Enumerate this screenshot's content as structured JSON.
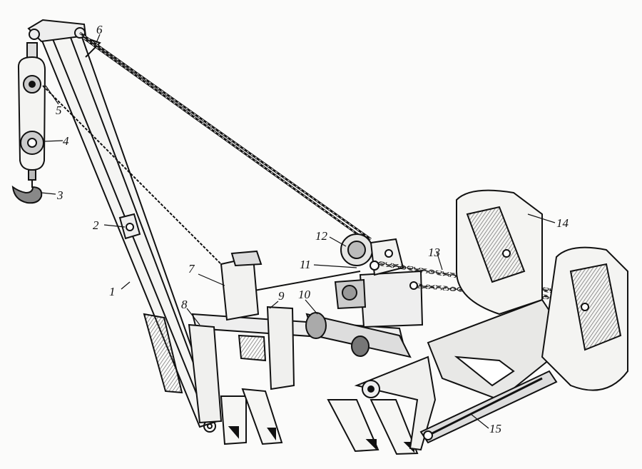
{
  "callouts": [
    {
      "id": "1",
      "label": "1"
    },
    {
      "id": "2",
      "label": "2"
    },
    {
      "id": "3",
      "label": "3"
    },
    {
      "id": "4",
      "label": "4"
    },
    {
      "id": "5",
      "label": "5"
    },
    {
      "id": "6",
      "label": "6"
    },
    {
      "id": "7",
      "label": "7"
    },
    {
      "id": "8",
      "label": "8"
    },
    {
      "id": "9",
      "label": "9"
    },
    {
      "id": "10",
      "label": "10"
    },
    {
      "id": "11",
      "label": "11"
    },
    {
      "id": "12",
      "label": "12"
    },
    {
      "id": "13",
      "label": "13"
    },
    {
      "id": "14",
      "label": "14"
    },
    {
      "id": "15",
      "label": "15"
    }
  ],
  "colors": {
    "ink": "#111111",
    "paper": "#fbfbfa",
    "hatch": "#555555"
  }
}
